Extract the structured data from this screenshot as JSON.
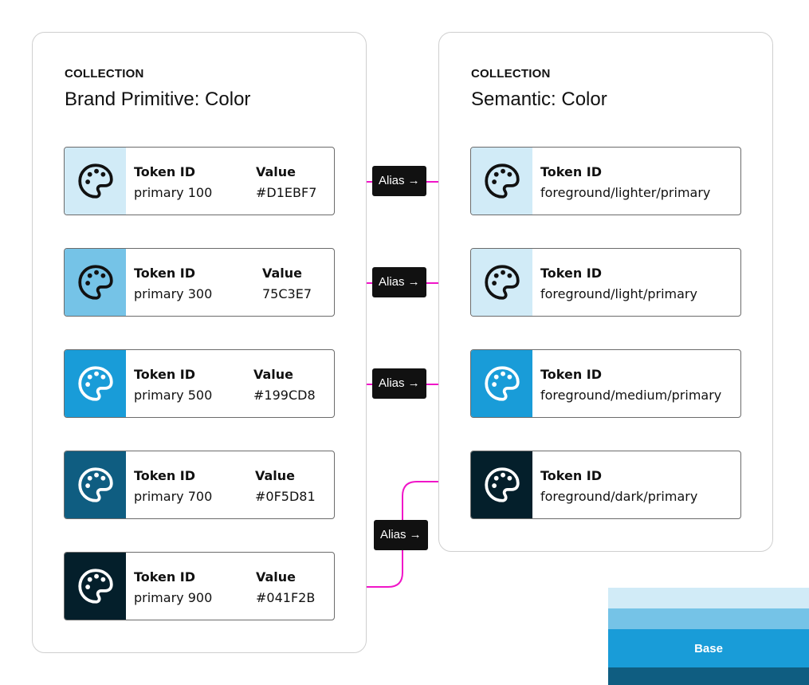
{
  "colors": {
    "primary_100": "#D1EBF7",
    "primary_300": "#75C3E7",
    "primary_500": "#199CD8",
    "primary_700": "#0F5D81",
    "primary_900": "#041F2B",
    "connector": "#F015C8"
  },
  "left": {
    "eyebrow": "COLLECTION",
    "title": "Brand Primitive: Color",
    "cards": [
      {
        "id_label": "Token ID",
        "id": "primary 100",
        "value_label": "Value",
        "value": "#D1EBF7"
      },
      {
        "id_label": "Token ID",
        "id": "primary 300",
        "value_label": "Value",
        "value": "75C3E7"
      },
      {
        "id_label": "Token ID",
        "id": "primary 500",
        "value_label": "Value",
        "value": "#199CD8"
      },
      {
        "id_label": "Token ID",
        "id": "primary 700",
        "value_label": "Value",
        "value": "#0F5D81"
      },
      {
        "id_label": "Token ID",
        "id": "primary 900",
        "value_label": "Value",
        "value": "#041F2B"
      }
    ]
  },
  "right": {
    "eyebrow": "COLLECTION",
    "title": "Semantic: Color",
    "cards": [
      {
        "id_label": "Token ID",
        "id": "foreground/lighter/primary"
      },
      {
        "id_label": "Token ID",
        "id": "foreground/light/primary"
      },
      {
        "id_label": "Token ID",
        "id": "foreground/medium/primary"
      },
      {
        "id_label": "Token ID",
        "id": "foreground/dark/primary"
      }
    ]
  },
  "aliases": [
    "Alias →",
    "Alias →",
    "Alias →",
    "Alias →"
  ],
  "stack": {
    "label": "Base"
  },
  "icons": {
    "swatch": "palette-icon"
  }
}
